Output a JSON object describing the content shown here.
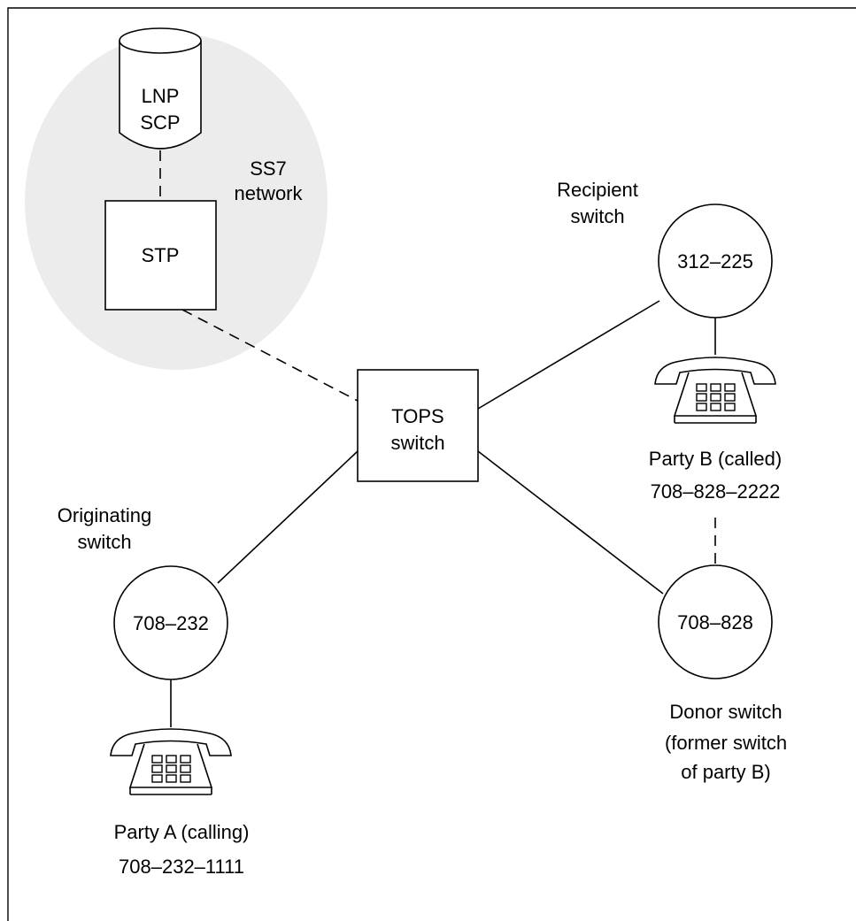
{
  "diagram": {
    "ss7_network": {
      "label_line1": "SS7",
      "label_line2": "network"
    },
    "lnp_scp": {
      "line1": "LNP",
      "line2": "SCP"
    },
    "stp": {
      "label": "STP"
    },
    "tops_switch": {
      "line1": "TOPS",
      "line2": "switch"
    },
    "recipient_switch": {
      "caption_line1": "Recipient",
      "caption_line2": "switch",
      "number": "312–225"
    },
    "originating_switch": {
      "caption_line1": "Originating",
      "caption_line2": "switch",
      "number": "708–232"
    },
    "donor_switch": {
      "number": "708–828",
      "caption_line1": "Donor switch",
      "caption_line2": "(former switch",
      "caption_line3": "of party B)"
    },
    "party_b": {
      "label": "Party B (called)",
      "phone": "708–828–2222"
    },
    "party_a": {
      "label": "Party A (calling)",
      "phone": "708–232–1111"
    },
    "colors": {
      "ss7_cloud": "#ececec",
      "lines": "#000000"
    }
  }
}
